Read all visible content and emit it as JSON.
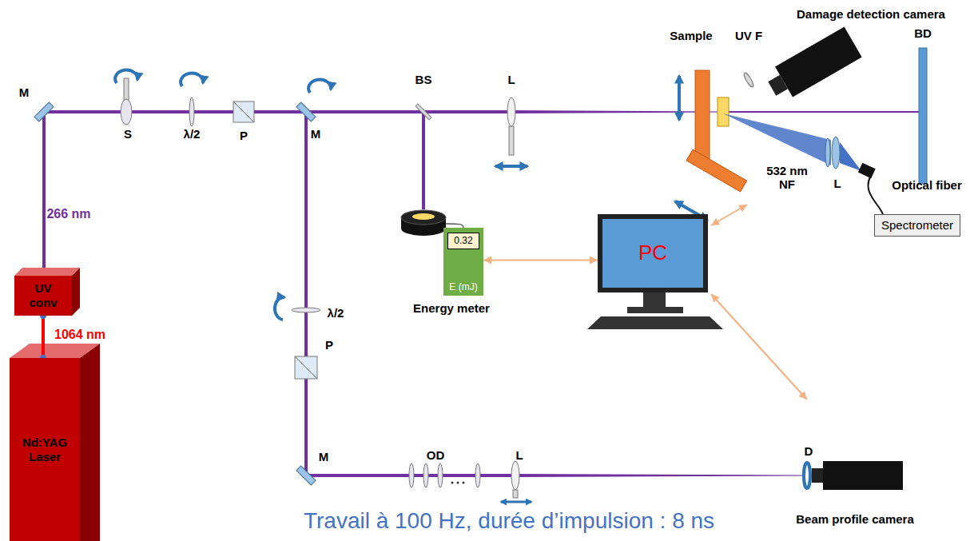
{
  "diagram": {
    "caption": "Travail à 100 Hz, durée d’impulsion : 8 ns",
    "nodes": [
      {
        "text": [
          "Nd:YAG Laser"
        ]
      },
      {
        "text": [
          "UV conv"
        ]
      },
      {
        "text": [
          "E (mJ)"
        ]
      },
      {
        "text": [
          "0.32"
        ],
        "in": 2
      },
      {
        "text": [
          "PC"
        ]
      },
      {
        "text": [
          "Spectrometer"
        ]
      }
    ],
    "edges": [
      {
        "from": 0,
        "to": 1,
        "arrow": "none",
        "label": "1064 nm"
      },
      {
        "from": 2,
        "to": 4,
        "arrow": "both"
      }
    ],
    "labels": [
      "Damage detection camera",
      "M",
      "S",
      "λ/2",
      "P",
      "M",
      "BS",
      "L",
      "Sample",
      "UV F",
      "BD",
      "266 nm",
      "532 nm NF",
      "L",
      "Optical fiber",
      "λ/2",
      "P",
      "Energy meter",
      "M",
      "OD",
      "L",
      "D",
      "Beam profile camera"
    ]
  }
}
